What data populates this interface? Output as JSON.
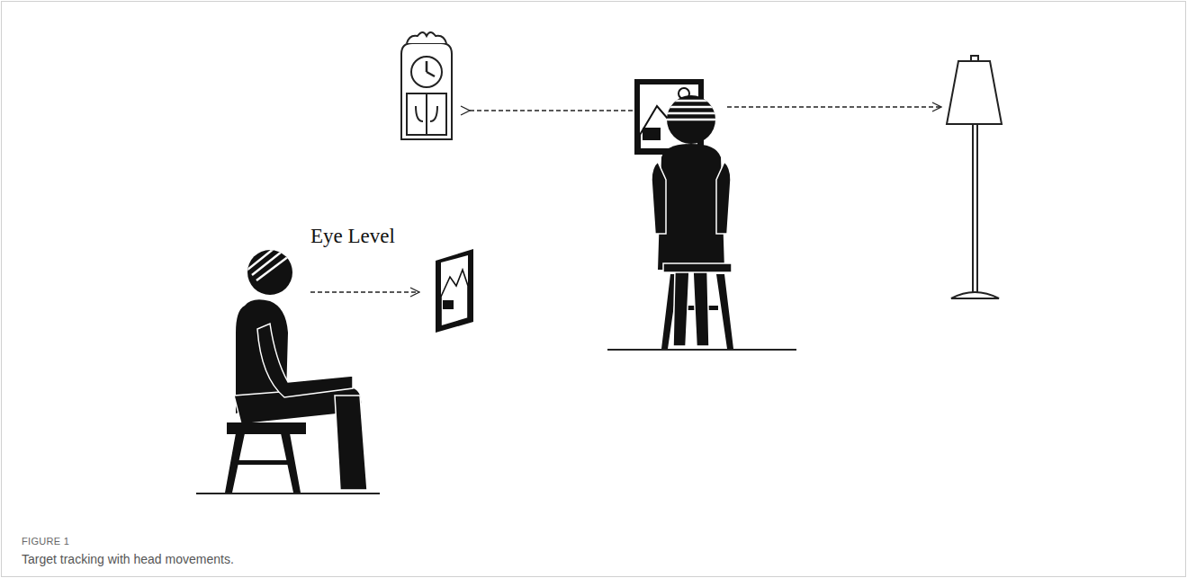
{
  "diagram": {
    "caption": "Target tracking with head movements.",
    "labels": [
      "Eye Level",
      "FIGURE 1"
    ]
  }
}
